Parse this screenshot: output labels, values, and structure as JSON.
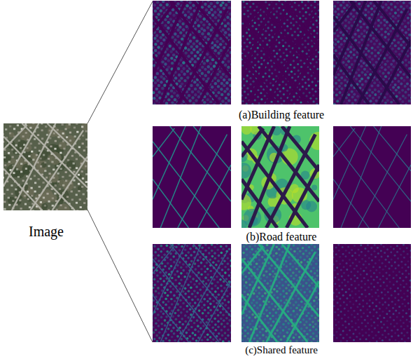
{
  "diagram": {
    "labels": [
      "Image",
      "(a)Building feature",
      "(b)Road feature",
      "(c)Shared feature"
    ]
  }
}
